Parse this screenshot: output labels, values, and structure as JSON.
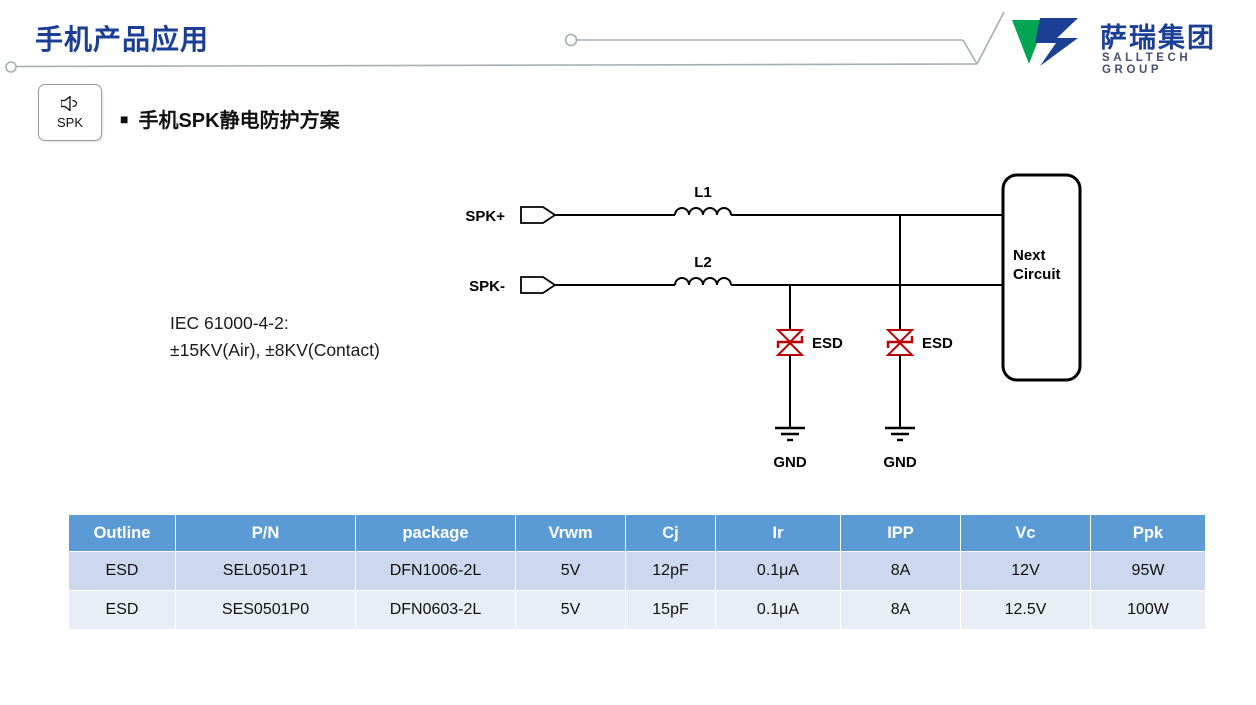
{
  "header": {
    "title": "手机产品应用",
    "logo": {
      "name": "萨瑞集团",
      "subtitle": "SALLTECH GROUP"
    }
  },
  "section": {
    "bullet": "■",
    "title": "手机SPK静电防护方案",
    "badge_label": "SPK"
  },
  "standard_note": {
    "line1": "IEC 61000-4-2:",
    "line2": "±15KV(Air), ±8KV(Contact)"
  },
  "circuit": {
    "labels": {
      "spk_plus": "SPK+",
      "spk_minus": "SPK-",
      "inductor1": "L1",
      "inductor2": "L2",
      "esd1": "ESD",
      "esd2": "ESD",
      "gnd1": "GND",
      "gnd2": "GND",
      "next_line1": "Next",
      "next_line2": "Circuit"
    }
  },
  "table": {
    "headers": [
      "Outline",
      "P/N",
      "package",
      "Vrwm",
      "Cj",
      "Ir",
      "IPP",
      "Vc",
      "Ppk"
    ],
    "rows": [
      [
        "ESD",
        "SEL0501P1",
        "DFN1006-2L",
        "5V",
        "12pF",
        "0.1μA",
        "8A",
        "12V",
        "95W"
      ],
      [
        "ESD",
        "SES0501P0",
        "DFN0603-2L",
        "5V",
        "15pF",
        "0.1μA",
        "8A",
        "12.5V",
        "100W"
      ]
    ]
  },
  "colors": {
    "title_blue": "#1B3F94",
    "logo_green": "#00A651",
    "logo_blue": "#1B3F94",
    "esd_red": "#C00000",
    "table_header_bg": "#5B9BD5",
    "table_row1_bg": "#CDD7ED",
    "table_row2_bg": "#E9EDF6",
    "deco_gray": "#A6ADB5"
  }
}
